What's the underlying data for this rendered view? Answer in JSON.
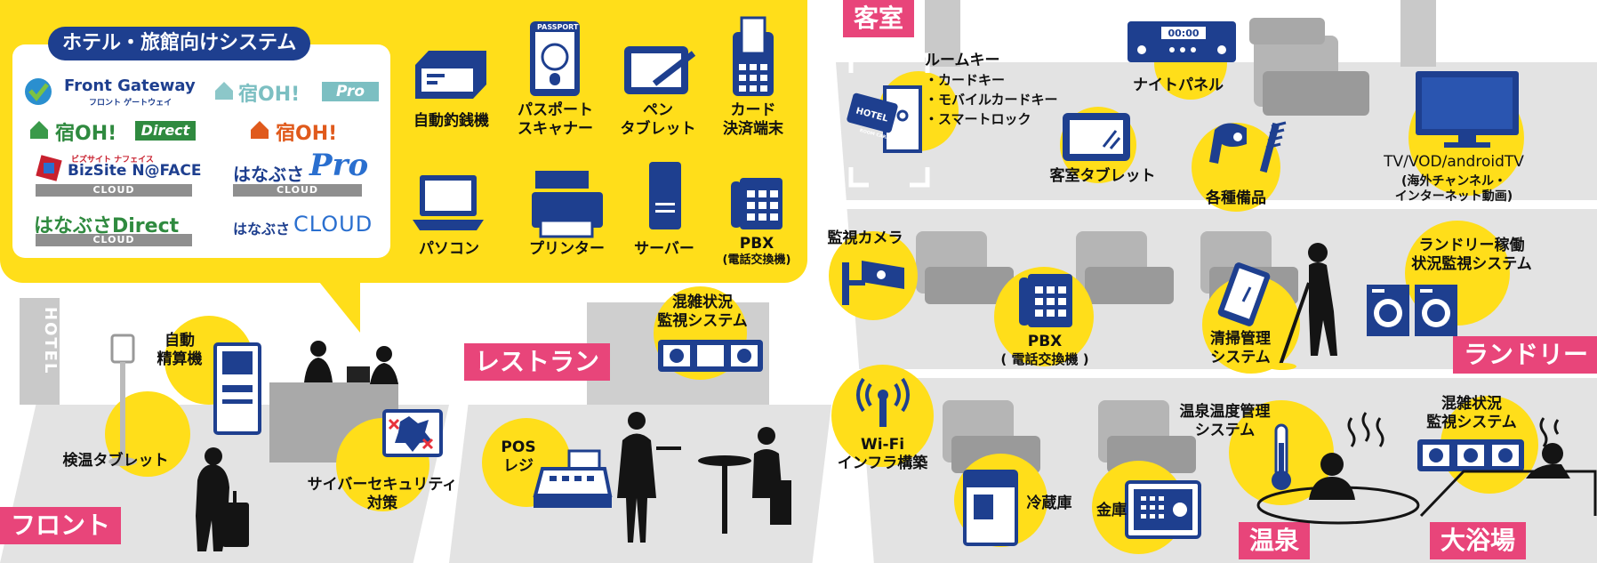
{
  "colors": {
    "yellow": "#ffde1a",
    "navy": "#1e3f8f",
    "pink": "#e8457a",
    "floor": "#e3e3e3",
    "wall": "#c9c9c9",
    "silhouette": "#141414"
  },
  "system_panel": {
    "title": "ホテル・旅館向けシステム",
    "logos": {
      "front_gateway": "Front Gateway",
      "front_gateway_kana": "フロント ゲートウェイ",
      "yado_oh_pro": "宿OH!",
      "pro": "Pro",
      "yado_oh_direct": "宿OH!",
      "direct": "Direct",
      "yado_oh": "宿OH!",
      "bizsite": "BizSite N@FACE",
      "bizsite_kana": "ビズサイト ナフェイス",
      "cloud1": "CLOUD",
      "hanabusa_pro": "はなぶさ",
      "pro2": "Pro",
      "cloud2": "CLOUD",
      "hanabusa_direct": "はなぶさDirect",
      "cloud3": "CLOUD",
      "hanabusa_cloud": "はなぶさ",
      "cloud_word": "CLOUD"
    },
    "devices": [
      {
        "icon": "bill-changer-icon",
        "label": "自動釣銭機"
      },
      {
        "icon": "passport-scanner-icon",
        "label": "パスポート\nスキャナー",
        "badge": "PASSPORT"
      },
      {
        "icon": "pen-tablet-icon",
        "label": "ペン\nタブレット"
      },
      {
        "icon": "card-terminal-icon",
        "label": "カード\n決済端末"
      },
      {
        "icon": "pc-icon",
        "label": "パソコン"
      },
      {
        "icon": "printer-icon",
        "label": "プリンター"
      },
      {
        "icon": "server-icon",
        "label": "サーバー"
      },
      {
        "icon": "pbx-phone-icon",
        "label": "PBX",
        "sub": "(電話交換機)"
      }
    ]
  },
  "areas": {
    "front": "フロント",
    "hotel_sign": "HOTEL",
    "restaurant": "レストラン",
    "room": "客室",
    "laundry": "ランドリー",
    "onsen": "温泉",
    "bath": "大浴場"
  },
  "front_items": {
    "temp_tablet": "検温タブレット",
    "auto_checkout": "自動\n精算機",
    "cyber": "サイバーセキュリティ\n対策"
  },
  "restaurant_items": {
    "congestion": "混雑状況\n監視システム",
    "pos": "POS\nレジ"
  },
  "room_items": {
    "room_key": "ルームキー",
    "room_key_list": [
      "・カードキー",
      "・モバイルカードキー",
      "・スマートロック"
    ],
    "key_card_text": "HOTEL",
    "key_card_sub": "ROOM CARD KEY",
    "night_panel": "ナイトパネル",
    "night_panel_display": "00:00",
    "room_tablet": "客室タブレット",
    "amenities": "各種備品",
    "tv": "TV/VOD/androidTV",
    "tv_sub": "(海外チャンネル・\nインターネット動画)",
    "camera": "監視カメラ",
    "pbx": "PBX",
    "pbx_sub": "( 電話交換機 )",
    "cleaning": "清掃管理\nシステム",
    "laundry_monitor": "ランドリー稼働\n状況監視システム",
    "wifi": "Wi-Fi\nインフラ構築",
    "fridge": "冷蔵庫",
    "safe": "金庫",
    "onsen_temp": "温泉温度管理\nシステム",
    "bath_congestion": "混雑状況\n監視システム"
  }
}
